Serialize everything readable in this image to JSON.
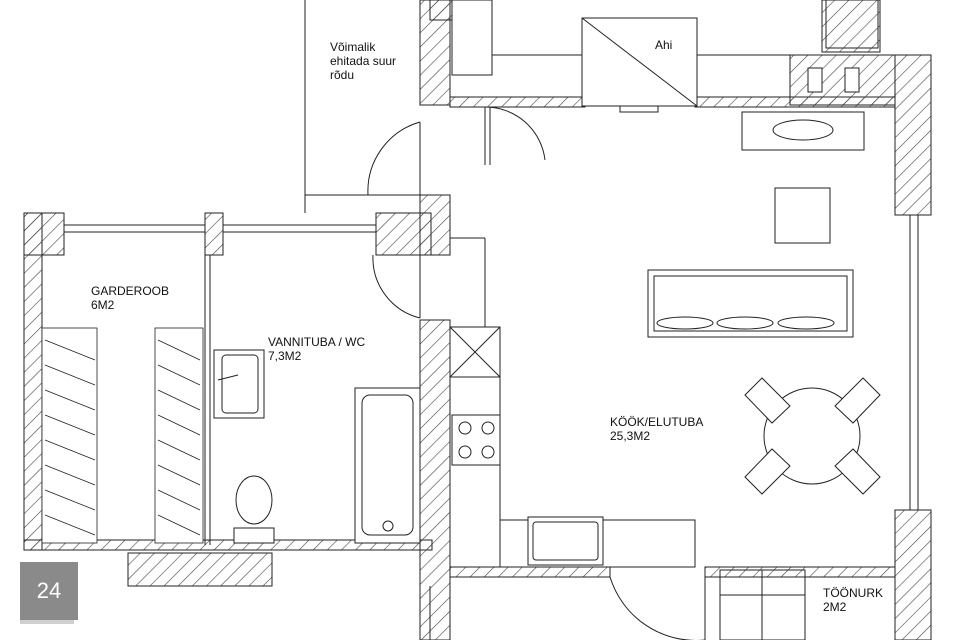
{
  "page_number": "24",
  "colors": {
    "wall_hatch": "#444444",
    "line": "#222222",
    "page_badge_bg": "#8a8a8a"
  },
  "rooms": {
    "balcony": {
      "line1": "Võimalik",
      "line2": "ehitada suur",
      "line3": "rõdu"
    },
    "oven": {
      "name": "Ahi"
    },
    "wardrobe": {
      "name": "GARDEROOB",
      "area": "6M2"
    },
    "bathroom": {
      "name": "VANNITUBA / WC",
      "area": "7,3M2"
    },
    "kitchen": {
      "name": "KÖÖK/ELUTUBA",
      "area": "25,3M2"
    },
    "study": {
      "name": "TÖÖNURK",
      "area": "2M2"
    }
  }
}
